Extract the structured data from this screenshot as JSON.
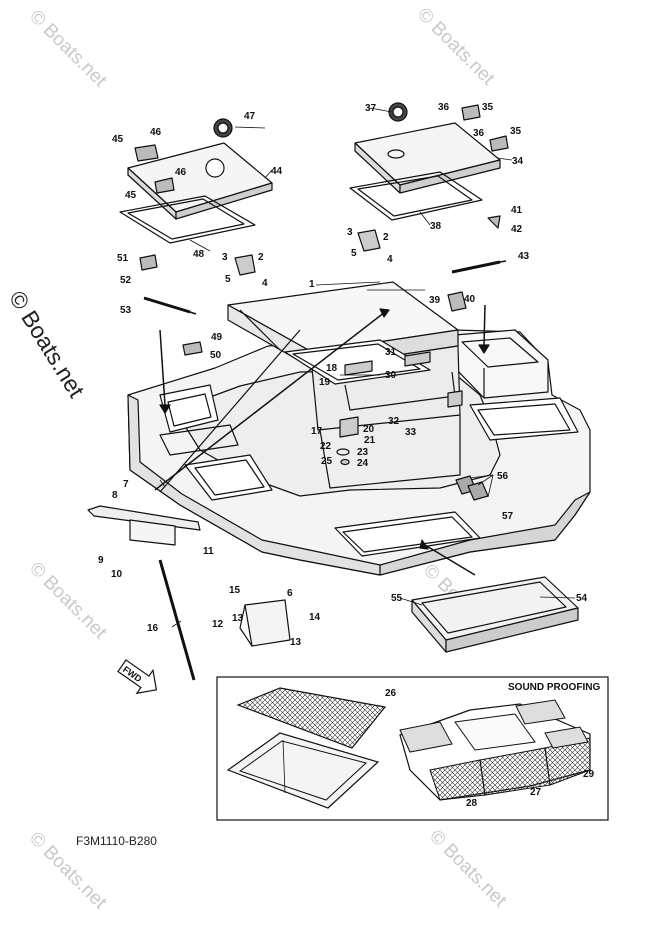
{
  "watermark_corner": "© Boats.net",
  "watermark_main": "© Boats.net",
  "diagram_code": "F3M1110-B280",
  "inset_title": "SOUND PROOFING",
  "fwd_label": "FWD",
  "callouts": {
    "c1": "1",
    "c2a": "2",
    "c2b": "2",
    "c3a": "3",
    "c3b": "3",
    "c4a": "4",
    "c4b": "4",
    "c5a": "5",
    "c5b": "5",
    "c6": "6",
    "c7": "7",
    "c8": "8",
    "c9": "9",
    "c10": "10",
    "c11": "11",
    "c12": "12",
    "c13a": "13",
    "c13b": "13",
    "c14": "14",
    "c15": "15",
    "c16": "16",
    "c17": "17",
    "c18": "18",
    "c19": "19",
    "c20": "20",
    "c21": "21",
    "c22": "22",
    "c23": "23",
    "c24": "24",
    "c25": "25",
    "c26": "26",
    "c27": "27",
    "c28": "28",
    "c29": "29",
    "c30": "30",
    "c31": "31",
    "c32": "32",
    "c33": "33",
    "c34": "34",
    "c35a": "35",
    "c35b": "35",
    "c36a": "36",
    "c36b": "36",
    "c37": "37",
    "c38": "38",
    "c39": "39",
    "c40": "40",
    "c41": "41",
    "c42": "42",
    "c43": "43",
    "c44": "44",
    "c45a": "45",
    "c45b": "45",
    "c46a": "46",
    "c46b": "46",
    "c47": "47",
    "c48": "48",
    "c49": "49",
    "c50": "50",
    "c51": "51",
    "c52": "52",
    "c53": "53",
    "c54": "54",
    "c55": "55",
    "c56": "56",
    "c57": "57"
  }
}
